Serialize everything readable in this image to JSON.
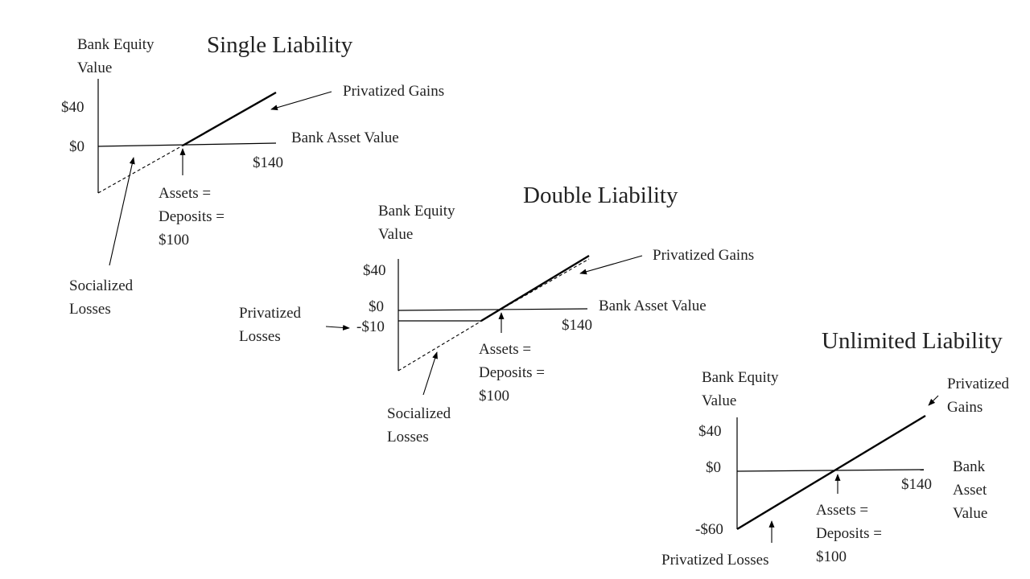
{
  "single": {
    "title": "Single Liability",
    "y_axis_label": "Bank Equity\nValue",
    "x_axis_label": "Bank Asset Value",
    "tick_40": "$40",
    "tick_0": "$0",
    "tick_140": "$140",
    "gains_label": "Privatized Gains",
    "losses_label": "Socialized\nLosses",
    "breakeven_label": "Assets =\nDeposits =\n$100"
  },
  "double": {
    "title": "Double Liability",
    "y_axis_label": "Bank Equity\nValue",
    "x_axis_label": "Bank Asset Value",
    "tick_40": "$40",
    "tick_0": "$0",
    "tick_neg10": "-$10",
    "tick_140": "$140",
    "gains_label": "Privatized Gains",
    "priv_losses_label": "Privatized\nLosses",
    "soc_losses_label": "Socialized\nLosses",
    "breakeven_label": "Assets =\nDeposits =\n$100"
  },
  "unlimited": {
    "title": "Unlimited Liability",
    "y_axis_label": "Bank Equity\nValue",
    "x_axis_label": "Bank\nAsset\nValue",
    "tick_40": "$40",
    "tick_0": "$0",
    "tick_neg60": "-$60",
    "tick_140": "$140",
    "gains_label": "Privatized\nGains",
    "losses_label": "Privatized Losses",
    "breakeven_label": "Assets =\nDeposits =\n$100"
  },
  "colors": {
    "ink": "#000000",
    "text": "#222222",
    "background": "#ffffff"
  }
}
